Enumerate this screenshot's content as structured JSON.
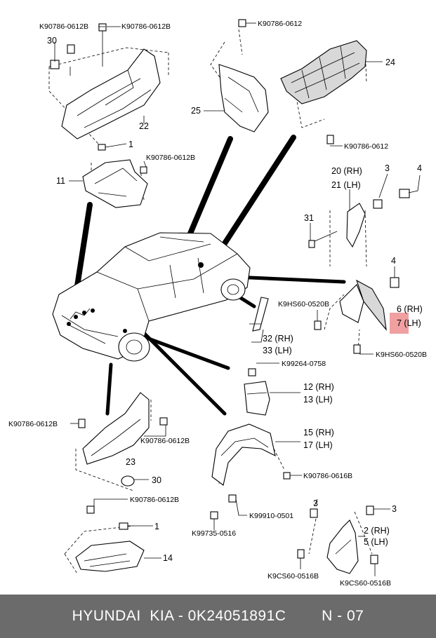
{
  "diagram": {
    "labels": {
      "code_k90786_0612b_a": "K90786-0612B",
      "code_k90786_0612b_b": "K90786-0612B",
      "ref_30_top": "30",
      "ref_22": "22",
      "ref_1_top": "1",
      "ref_11": "11",
      "code_k90786_0612b_c": "K90786-0612B",
      "code_k90786_0612_a": "K90786-0612",
      "ref_25": "25",
      "ref_24": "24",
      "code_k90786_0612_b": "K90786-0612",
      "ref_20_rh": "20 (RH)",
      "ref_21_lh": "21 (LH)",
      "ref_3_top": "3",
      "ref_4_top": "4",
      "ref_31": "31",
      "ref_4_mid": "4",
      "code_k9hs60_0520b_a": "K9HS60-0520B",
      "ref_6_rh": "6 (RH)",
      "ref_7_lh": "7 (LH)",
      "code_k9hs60_0520b_b": "K9HS60-0520B",
      "ref_32_rh": "32 (RH)",
      "ref_33_lh": "33 (LH)",
      "code_k99264_0758": "K99264-0758",
      "ref_12_rh": "12 (RH)",
      "ref_13_lh": "13 (LH)",
      "code_k90786_0612b_d": "K90786-0612B",
      "code_k90786_0612b_e": "K90786-0612B",
      "ref_23": "23",
      "ref_30_bottom": "30",
      "ref_15_rh": "15 (RH)",
      "ref_17_lh": "17 (LH)",
      "code_k90786_0616b": "K90786-0616B",
      "code_k90786_0612b_f": "K90786-0612B",
      "code_k99910_0501": "K99910-0501",
      "code_k99735_0516": "K99735-0516",
      "ref_1_bottom": "1",
      "ref_14": "14",
      "ref_3_low_a": "3",
      "ref_3_low_b": "3",
      "ref_2_rh": "2 (RH)",
      "ref_5_lh": "5 (LH)",
      "code_k9cs60_0516b_a": "K9CS60-0516B",
      "code_k9cs60_0516b_b": "K9CS60-0516B"
    }
  },
  "footer": {
    "brand": "HYUNDAI  KIA - 0K24051891C",
    "page": "N - 07"
  },
  "colors": {
    "footer_bg": "#6b6b6b",
    "footer_text": "#ffffff",
    "highlight": "#f0a0a0",
    "line": "#000000"
  }
}
